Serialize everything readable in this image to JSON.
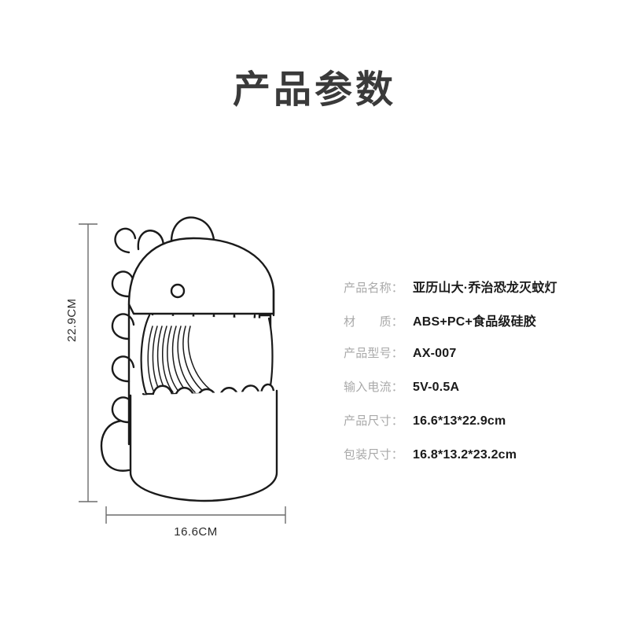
{
  "page": {
    "title": "产品参数",
    "background_color": "#ffffff"
  },
  "illustration": {
    "name": "dinosaur-mosquito-lamp-line-drawing",
    "stroke_color": "#1a1a1a",
    "fill_color": "#ffffff",
    "parts": [
      "head-spike-small",
      "head-spike-large",
      "eye",
      "upper-teeth",
      "throat-ridges",
      "lower-teeth",
      "body-cylinder",
      "back-spikes",
      "tail"
    ]
  },
  "dimensions": {
    "height_label": "22.9CM",
    "width_label": "16.6CM",
    "line_color": "#6b6b6b"
  },
  "specs": {
    "rows": [
      {
        "label": "产品名称：",
        "value": "亚历山大·乔治恐龙灭蚊灯",
        "spaced": false
      },
      {
        "label": "材　　质：",
        "value": "ABS+PC+食品级硅胶",
        "spaced": true
      },
      {
        "label": "产品型号：",
        "value": "AX-007",
        "spaced": false
      },
      {
        "label": "输入电流：",
        "value": "5V-0.5A",
        "spaced": false
      },
      {
        "label": "产品尺寸：",
        "value": "16.6*13*22.9cm",
        "spaced": false
      },
      {
        "label": "包装尺寸：",
        "value": "16.8*13.2*23.2cm",
        "spaced": false
      }
    ],
    "label_color": "#a9a9a9",
    "value_color": "#1a1a1a"
  }
}
